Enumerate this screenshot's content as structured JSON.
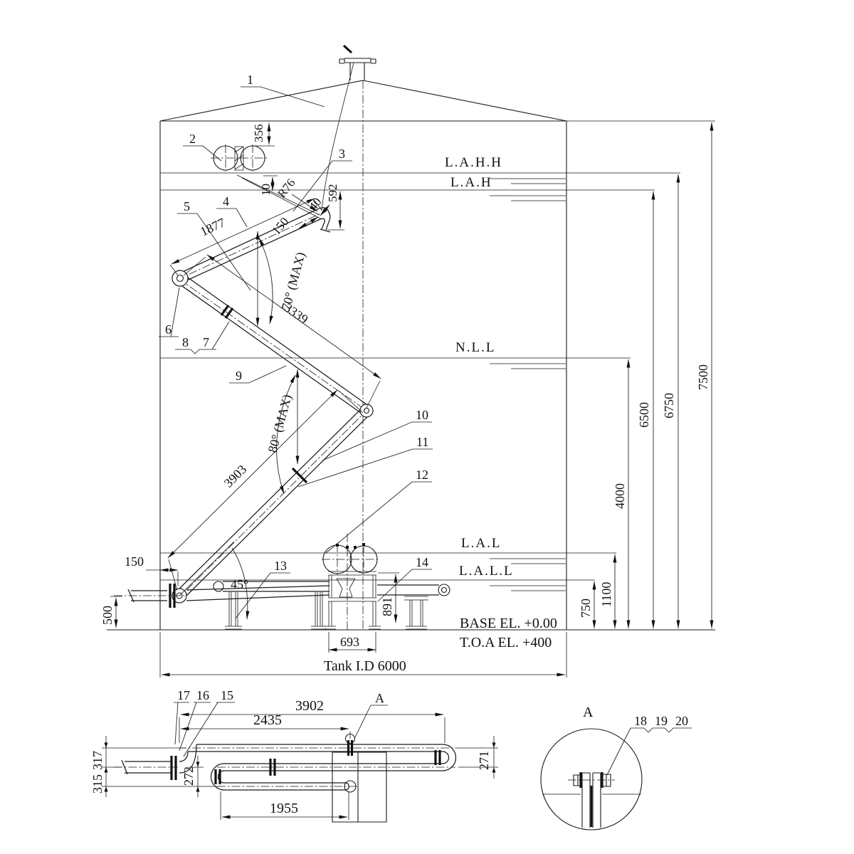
{
  "drawing": {
    "callouts": {
      "n1": "1",
      "n2": "2",
      "n3": "3",
      "n4": "4",
      "n5": "5",
      "n6": "6",
      "n7": "7",
      "n8": "8",
      "n9": "9",
      "n10": "10",
      "n11": "11",
      "n12": "12",
      "n13": "13",
      "n14": "14",
      "n15": "15",
      "n16": "16",
      "n17": "17",
      "n18": "18",
      "n19": "19",
      "n20": "20"
    },
    "section_marker": "A",
    "detail_title": "A",
    "levels": {
      "lahh": "L.A.H.H",
      "lah": "L.A.H",
      "nll": "N.L.L",
      "lal": "L.A.L",
      "lall": "L.A.L.L"
    },
    "elevation_dims": {
      "d356": "356",
      "d10": "10",
      "r76": "R76",
      "d40": "40",
      "d592": "592",
      "d150_top": "150",
      "d1877": "1877",
      "a70": "70° (MAX)",
      "d3339": "3339",
      "a80": "80° (MAX)",
      "d3903": "3903",
      "a45": "45°",
      "d150_bottom": "150",
      "d500": "500",
      "d891": "891",
      "d693": "693",
      "d750": "750",
      "d1100": "1100",
      "d4000": "4000",
      "d6500": "6500",
      "d6750": "6750",
      "d7500": "7500"
    },
    "plan_dims": {
      "d3902": "3902",
      "d2435": "2435",
      "d1955": "1955",
      "d272": "272",
      "d271": "271",
      "d315": "315",
      "d317": "317"
    },
    "notes": {
      "base_el": "BASE EL.  +0.00",
      "toa_el": "T.O.A EL. +400",
      "tank_id": "Tank I.D 6000"
    }
  }
}
